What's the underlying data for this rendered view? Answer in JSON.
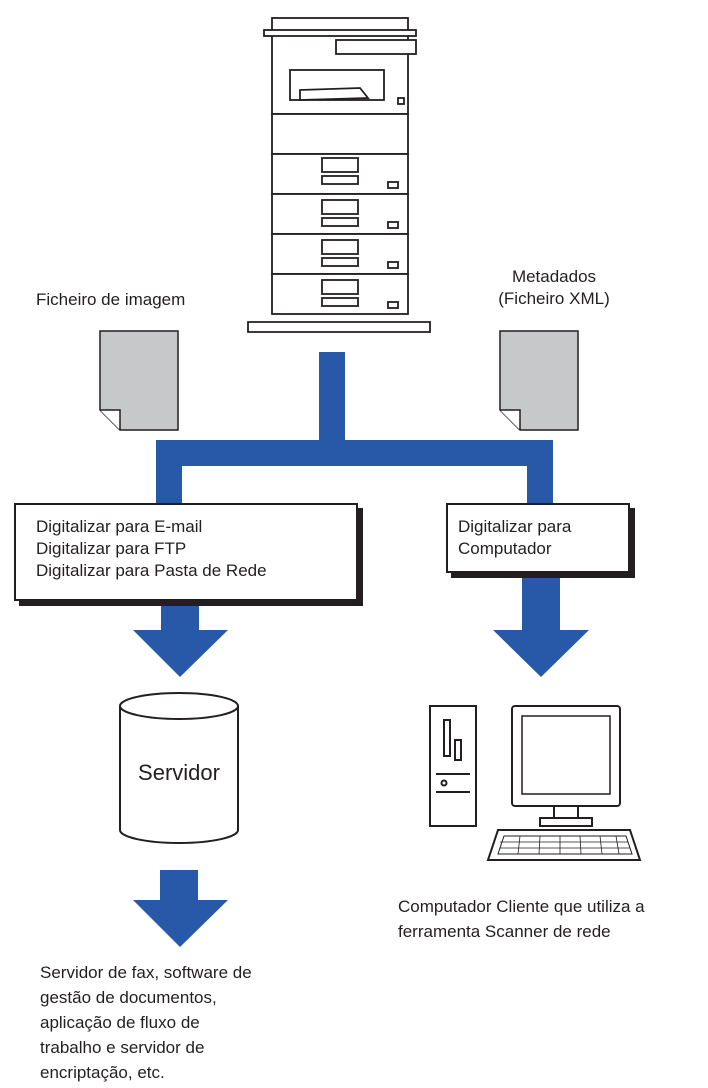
{
  "labels": {
    "image_file": "Ficheiro de imagem",
    "metadata_line1": "Metadados",
    "metadata_line2": "(Ficheiro XML)"
  },
  "left_box": {
    "lines": [
      "Digitalizar para E-mail",
      "Digitalizar para FTP",
      "Digitalizar para Pasta de Rede"
    ]
  },
  "right_box": {
    "lines": [
      "Digitalizar para",
      "Computador"
    ]
  },
  "server": {
    "label": "Servidor"
  },
  "client": {
    "lines": [
      "Computador Cliente que utiliza a",
      "ferramenta Scanner de rede"
    ]
  },
  "destination": {
    "lines": [
      "Servidor de fax, software de",
      "gestão de documentos,",
      "aplicação de fluxo de",
      "trabalho e servidor de",
      "encriptação, etc."
    ]
  },
  "colors": {
    "arrow": "#2858a8",
    "doc_fill": "#c7c8ca",
    "line": "#231f20"
  }
}
